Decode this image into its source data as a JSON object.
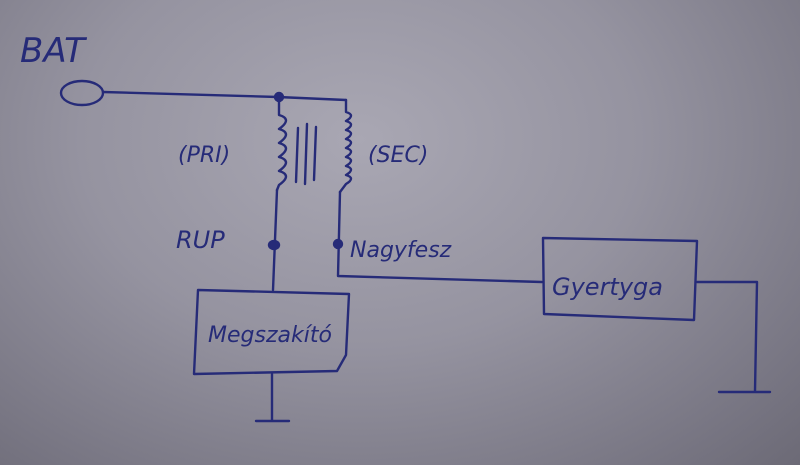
{
  "labels": {
    "battery": "BAT",
    "primary": "(PRI)",
    "secondary": "(SEC)",
    "breaker_point": "RUP",
    "high_voltage": "Nagyfesz",
    "spark_plug": "Gyertyga",
    "interrupter": "Megszakító"
  },
  "colors": {
    "ink": "#262b78",
    "paper": "#9593a0"
  }
}
